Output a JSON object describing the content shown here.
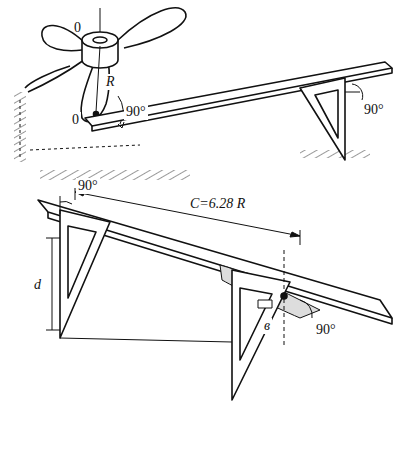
{
  "diagram": {
    "labels": [
      "0",
      "R",
      "90°",
      "0",
      "90°",
      "90°",
      "C=6.28 R",
      "d",
      "в",
      "90°"
    ]
  }
}
